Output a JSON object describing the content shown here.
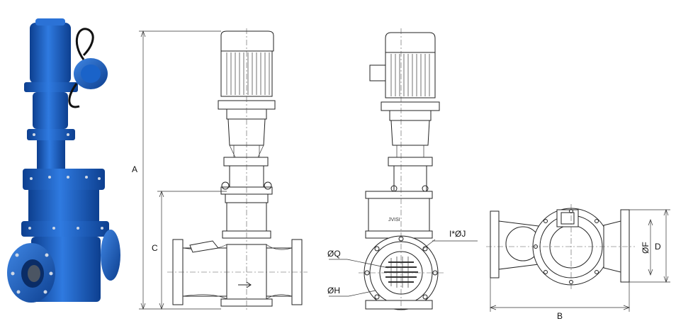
{
  "labels": {
    "dim_a": "A",
    "dim_c": "C",
    "dim_b": "B",
    "dim_d": "D",
    "dim_f": "ØF",
    "dim_q": "ØQ",
    "dim_h": "ØH",
    "dim_ij": "I*ØJ",
    "brand": "JVISI"
  },
  "colors": {
    "pump_blue": "#1a63c9",
    "pump_blue_dark": "#0d3f8f",
    "pump_blue_light": "#4d8fe6",
    "line": "#222222"
  },
  "icons": {
    "pump_photo": "blue-vertical-grinder-pump",
    "cable": "black-power-cable",
    "flow_arrow": "right-arrow"
  }
}
